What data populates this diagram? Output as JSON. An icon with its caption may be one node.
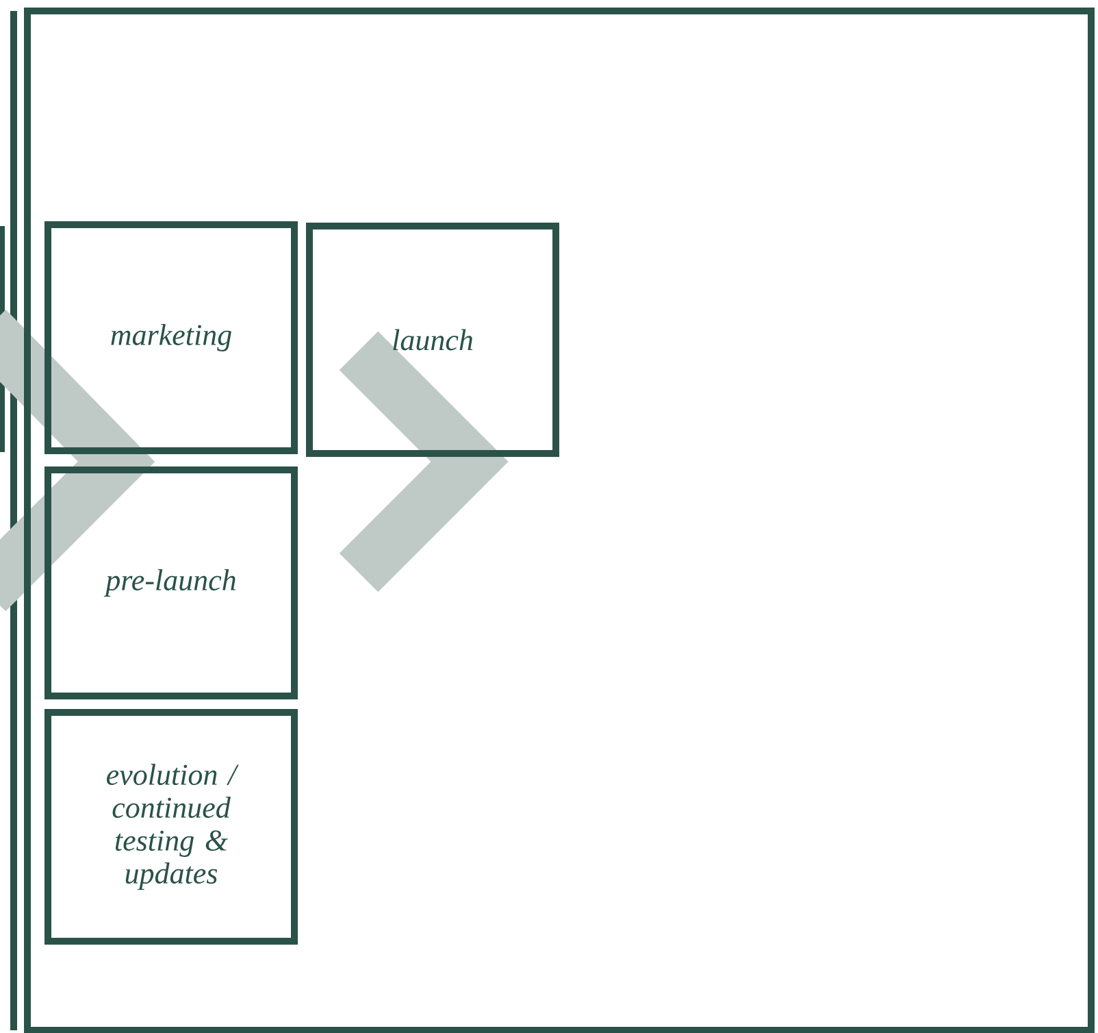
{
  "diagram": {
    "nodes": [
      {
        "text": [],
        "shape": "box"
      },
      {
        "text": [
          "marketing"
        ],
        "in": 0
      },
      {
        "text": [
          "launch"
        ],
        "in": 0
      },
      {
        "text": [
          "pre-launch"
        ],
        "in": 0
      },
      {
        "text": [
          "evolution / continued testing & updates"
        ],
        "in": 0
      }
    ]
  }
}
